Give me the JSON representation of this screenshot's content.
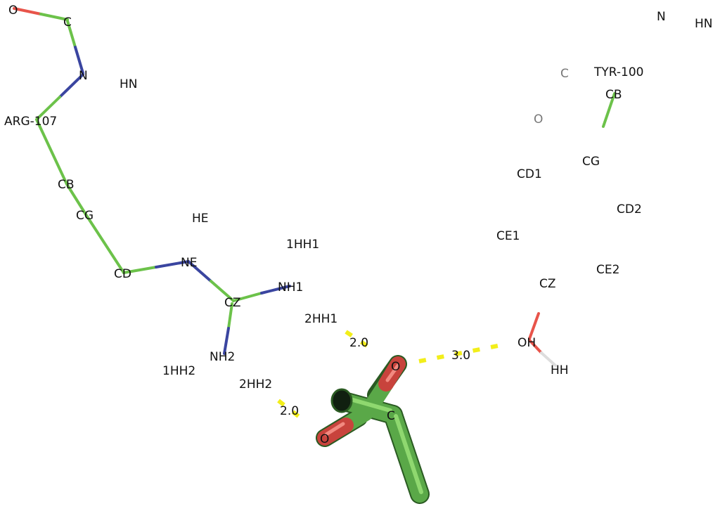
{
  "colors": {
    "carbon": "#6cc24a",
    "nitrogen": "#3a45a0",
    "oxygen": "#e8544a",
    "hydrogen": "#dddddd",
    "hbond": "#f2ee1a",
    "ligand_carbon": "#5aa848",
    "ligand_oxygen": "#c8433c"
  },
  "residues": {
    "arg": "ARG-107",
    "tyr": "TYR-100"
  },
  "atoms": {
    "arg_o": "O",
    "arg_c": "C",
    "arg_n": "N",
    "arg_hn": "HN",
    "arg_cb": "CB",
    "arg_cg": "CG",
    "arg_cd": "CD",
    "arg_he": "HE",
    "arg_ne": "NE",
    "arg_cz": "CZ",
    "arg_nh1": "NH1",
    "arg_1hh1": "1HH1",
    "arg_2hh1": "2HH1",
    "arg_nh2": "NH2",
    "arg_1hh2": "1HH2",
    "arg_2hh2": "2HH2",
    "tyr_n": "N",
    "tyr_hn": "HN",
    "tyr_c": "C",
    "tyr_o": "O",
    "tyr_cb": "CB",
    "tyr_cg": "CG",
    "tyr_cd1": "CD1",
    "tyr_cd2": "CD2",
    "tyr_ce1": "CE1",
    "tyr_ce2": "CE2",
    "tyr_cz": "CZ",
    "tyr_oh": "OH",
    "tyr_hh": "HH",
    "lig_o1": "O",
    "lig_o2": "O",
    "lig_c": "C"
  },
  "distances": {
    "d1": "2.0",
    "d2": "2.0",
    "d3": "3.0"
  }
}
